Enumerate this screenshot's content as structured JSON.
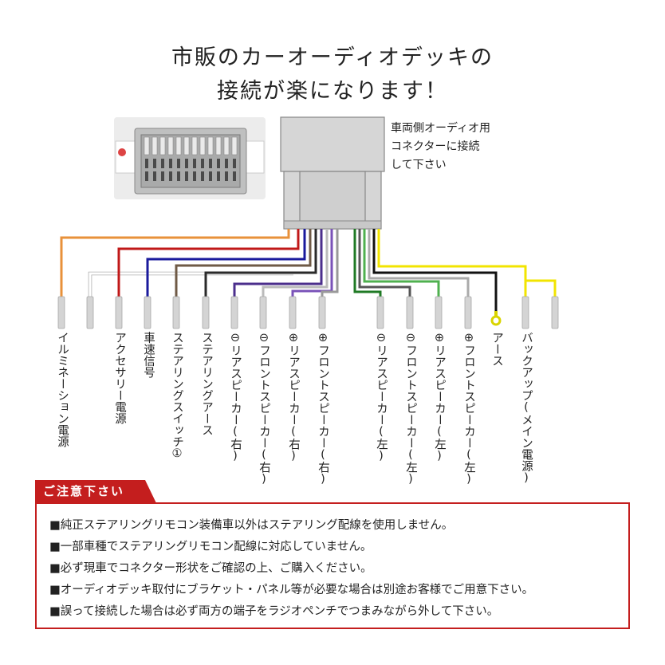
{
  "heading": {
    "line1": "市販のカーオーディオデッキの",
    "line2": "接続が楽になります！"
  },
  "connector_note": [
    "車両側オーディオ用",
    "コネクターに接続",
    "して下さい"
  ],
  "wires": [
    {
      "label": "イルミネーション電源",
      "color": "#e8913a"
    },
    {
      "label": "",
      "color": "#ffffff"
    },
    {
      "label": "アクセサリー電源",
      "color": "#c01818"
    },
    {
      "label": "車速信号",
      "color": "#1a1a9c"
    },
    {
      "label": "ステアリングスイッチ①",
      "color": "#6f5a46"
    },
    {
      "label": "ステアリングアース",
      "color": "#2a2a2a"
    },
    {
      "label": "⊖リアスピーカー(右)",
      "color": "#4b2e8c"
    },
    {
      "label": "⊖フロントスピーカー(右)",
      "color": "#bbbbbb"
    },
    {
      "label": "⊕リアスピーカー(右)",
      "color": "#7a52b8"
    },
    {
      "label": "⊕フロントスピーカー(右)",
      "color": "#999999"
    },
    {
      "label": "⊖リアスピーカー(左)",
      "color": "#1f7a24"
    },
    {
      "label": "⊖フロントスピーカー(左)",
      "color": "#555555"
    },
    {
      "label": "⊕リアスピーカー(左)",
      "color": "#4fb04f"
    },
    {
      "label": "⊕フロントスピーカー(左)",
      "color": "#aaaaaa"
    },
    {
      "label": "アース",
      "color": "#111111"
    },
    {
      "label": "バックアップ(メイン電源)",
      "color": "#f2e400"
    },
    {
      "label": "",
      "color": "#f2e400"
    }
  ],
  "caution": {
    "title": "ご注意下さい",
    "lines": [
      "■純正ステアリングリモコン装備車以外はステアリング配線を使用しません。",
      "■一部車種でステアリングリモコン配線に対応していません。",
      "■必ず現車でコネクター形状をご確認の上、ご購入ください。",
      "■オーディオデッキ取付にブラケット・パネル等が必要な場合は別途お客様でご用意下さい。",
      "■誤って接続した場合は必ず両方の端子をラジオペンチでつまみながら外して下さい。"
    ]
  },
  "colors": {
    "accent_red": "#c41e1e",
    "connector_gray": "#d6d6d6"
  }
}
